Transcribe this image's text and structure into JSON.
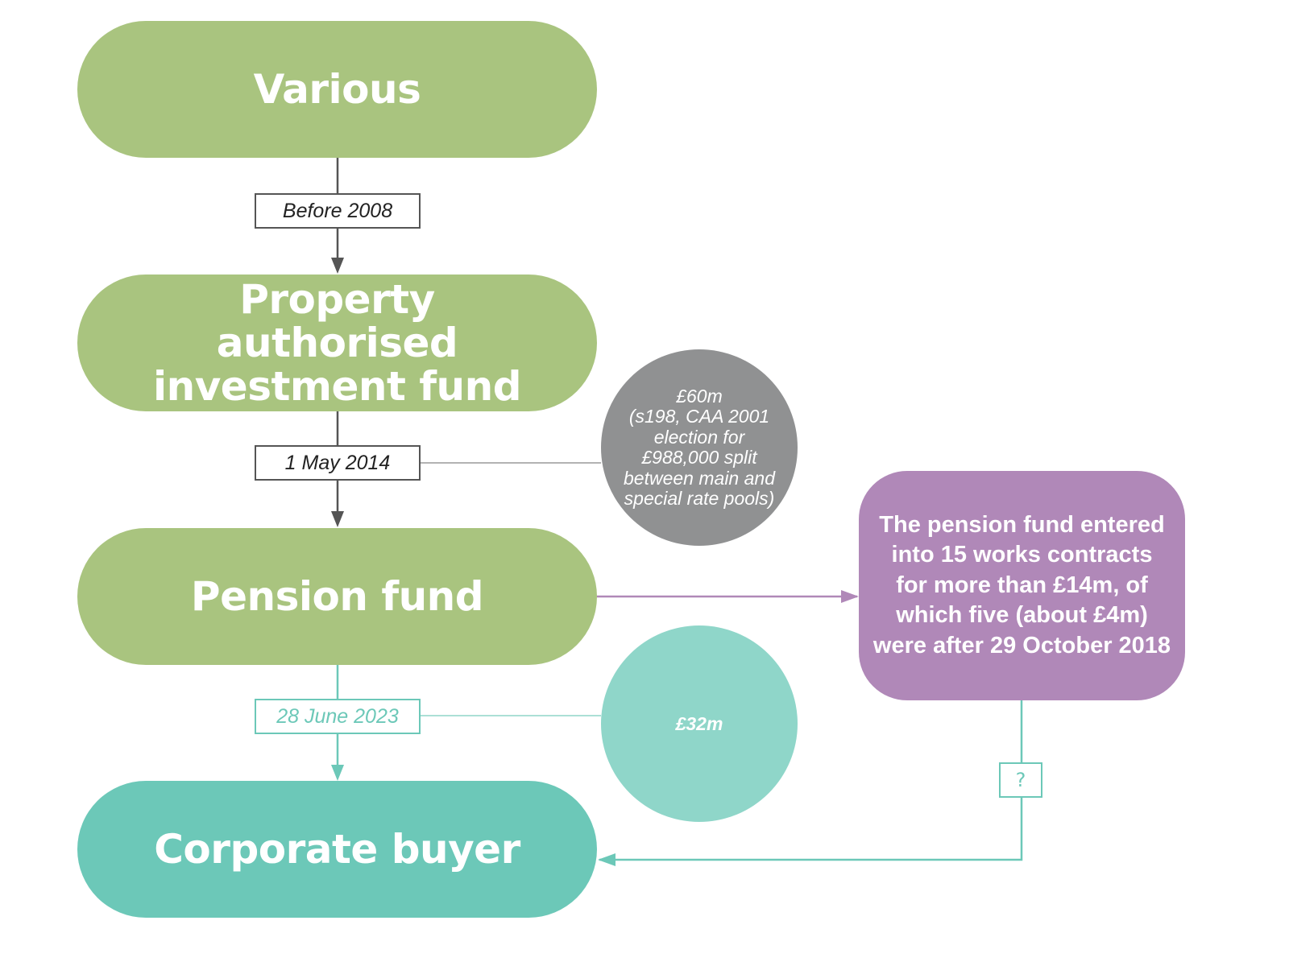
{
  "nodes": {
    "various": "Various",
    "property_fund": "Property authorised investment fund",
    "pension_fund": "Pension fund",
    "corporate_buyer": "Corporate buyer"
  },
  "dates": {
    "before_2008": "Before 2008",
    "may_2014": "1 May 2014",
    "june_2023": "28 June 2023"
  },
  "amounts": {
    "amount_2014_title": "£60m",
    "amount_2014_detail": "(s198, CAA 2001 election for £988,000 split between main and special rate pools)",
    "amount_2023": "£32m"
  },
  "works_contracts": "The pension fund entered into 15 works contracts for more than £14m, of which five (about £4m) were after 29 October 2018",
  "unknown_marker": "?",
  "colors": {
    "green": "#a9c47f",
    "teal": "#6cc8b8",
    "mint": "#8fd6c9",
    "grey": "#909192",
    "purple": "#b088b8"
  }
}
